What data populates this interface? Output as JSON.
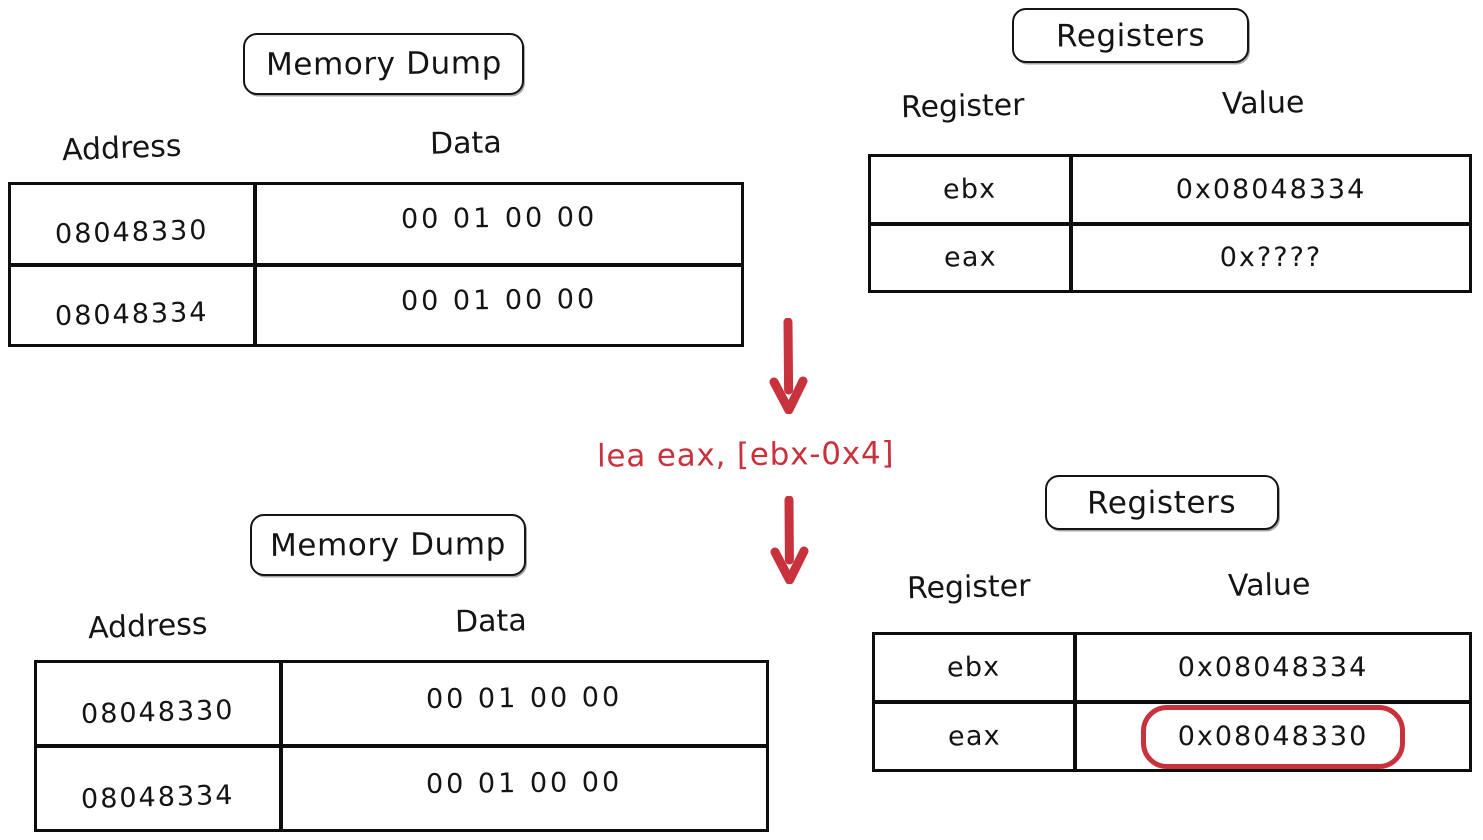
{
  "diagram": {
    "title": "lea eax, [ebx-0x4] execution",
    "accent_red": "#c8323c",
    "ink_black": "#141414",
    "background": "#ffffff"
  },
  "before": {
    "memory": {
      "badge_label": "Memory Dump",
      "columns": [
        "Address",
        "Data"
      ],
      "rows": [
        {
          "address": "08048330",
          "data": "00 01 00 00"
        },
        {
          "address": "08048334",
          "data": "00 01 00 00"
        }
      ]
    },
    "registers": {
      "badge_label": "Registers",
      "columns": [
        "Register",
        "Value"
      ],
      "rows": [
        {
          "register": "ebx",
          "value": "0x08048334",
          "highlighted": false
        },
        {
          "register": "eax",
          "value": "0x????",
          "highlighted": false
        }
      ]
    }
  },
  "transition": {
    "instruction": "lea eax, [ebx-0x4]",
    "arrow_top": "down-arrow-icon",
    "arrow_bottom": "down-arrow-icon"
  },
  "after": {
    "memory": {
      "badge_label": "Memory Dump",
      "columns": [
        "Address",
        "Data"
      ],
      "rows": [
        {
          "address": "08048330",
          "data": "00 01 00 00"
        },
        {
          "address": "08048334",
          "data": "00 01 00 00"
        }
      ]
    },
    "registers": {
      "badge_label": "Registers",
      "columns": [
        "Register",
        "Value"
      ],
      "rows": [
        {
          "register": "ebx",
          "value": "0x08048334",
          "highlighted": false
        },
        {
          "register": "eax",
          "value": "0x08048330",
          "highlighted": true
        }
      ]
    }
  }
}
